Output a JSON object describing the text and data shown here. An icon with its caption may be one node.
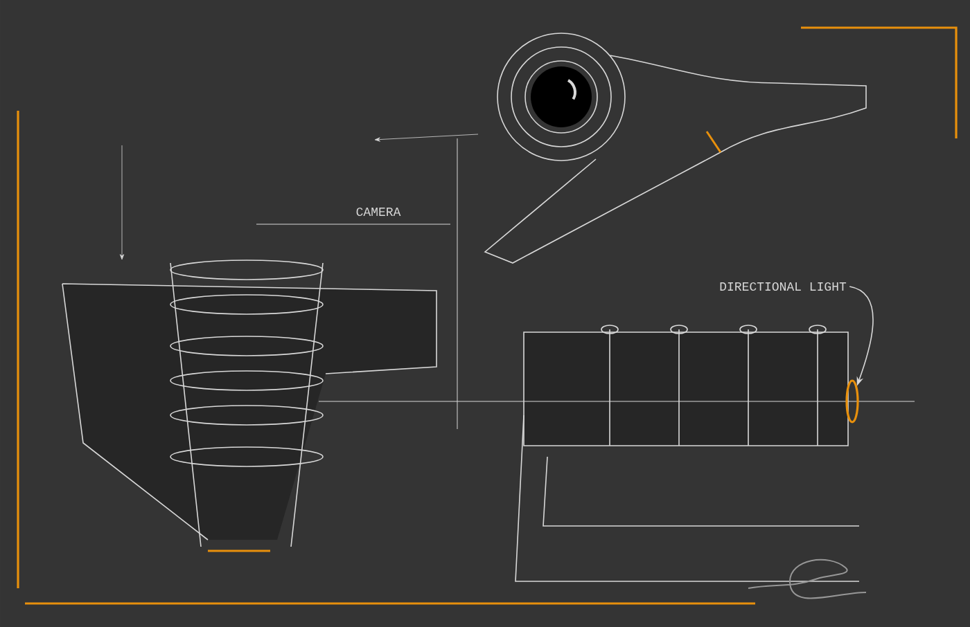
{
  "diagram": {
    "nodes": [
      {
        "text": [
          "DIRECTIONAL LIGHT"
        ]
      },
      {
        "text": [],
        "shape": "circle"
      }
    ],
    "edges": [
      {
        "from": 0,
        "to": 1,
        "arrow": "to"
      }
    ],
    "labels": [
      "CAMERA"
    ]
  }
}
